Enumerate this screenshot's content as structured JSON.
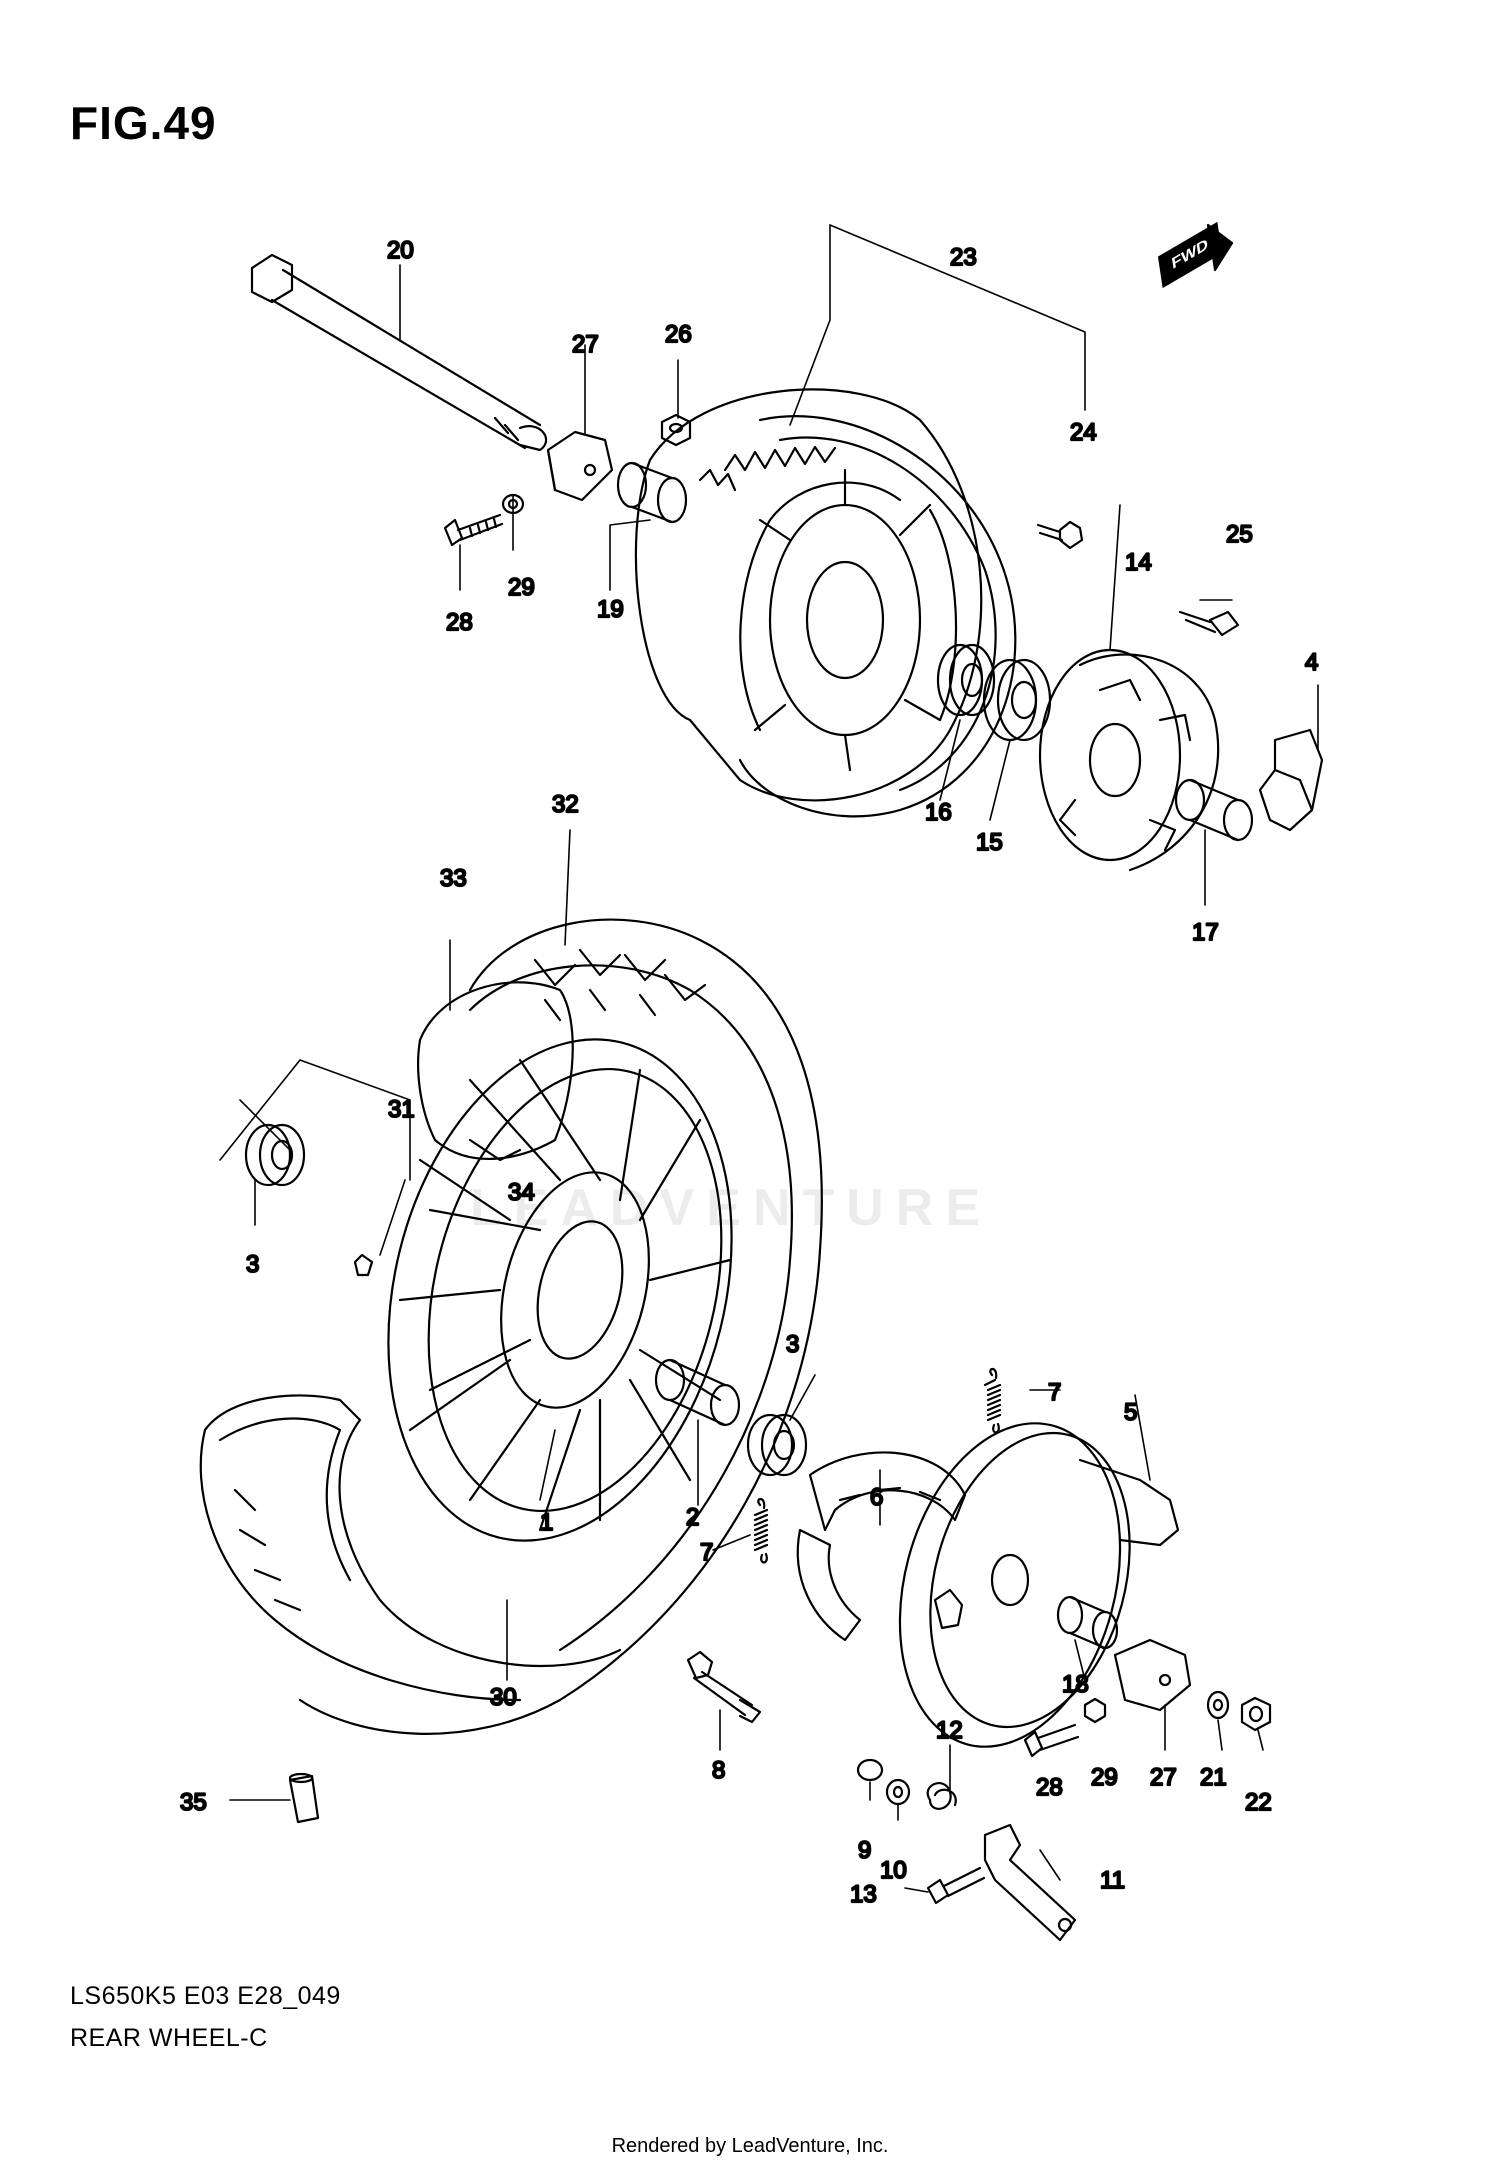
{
  "figure": {
    "title": "FIG.49",
    "direction_badge": "FWD",
    "code": "LS650K5 E03 E28_049",
    "name": "REAR WHEEL-C",
    "credit": "Rendered by LeadVenture, Inc.",
    "watermark": "LEADVENTURE"
  },
  "callouts": [
    {
      "id": "c20",
      "label": "20"
    },
    {
      "id": "c23",
      "label": "23"
    },
    {
      "id": "c27a",
      "label": "27"
    },
    {
      "id": "c26",
      "label": "26"
    },
    {
      "id": "c24",
      "label": "24"
    },
    {
      "id": "c28a",
      "label": "28"
    },
    {
      "id": "c29a",
      "label": "29"
    },
    {
      "id": "c19",
      "label": "19"
    },
    {
      "id": "c14",
      "label": "14"
    },
    {
      "id": "c25",
      "label": "25"
    },
    {
      "id": "c4",
      "label": "4"
    },
    {
      "id": "c16",
      "label": "16"
    },
    {
      "id": "c15",
      "label": "15"
    },
    {
      "id": "c17",
      "label": "17"
    },
    {
      "id": "c32",
      "label": "32"
    },
    {
      "id": "c33",
      "label": "33"
    },
    {
      "id": "c31",
      "label": "31"
    },
    {
      "id": "c34",
      "label": "34"
    },
    {
      "id": "c3a",
      "label": "3"
    },
    {
      "id": "c3b",
      "label": "3"
    },
    {
      "id": "c7a",
      "label": "7"
    },
    {
      "id": "c5",
      "label": "5"
    },
    {
      "id": "c6",
      "label": "6"
    },
    {
      "id": "c2",
      "label": "2"
    },
    {
      "id": "c1",
      "label": "1"
    },
    {
      "id": "c7b",
      "label": "7"
    },
    {
      "id": "c30",
      "label": "30"
    },
    {
      "id": "c18",
      "label": "18"
    },
    {
      "id": "c28b",
      "label": "28"
    },
    {
      "id": "c29b",
      "label": "29"
    },
    {
      "id": "c27b",
      "label": "27"
    },
    {
      "id": "c21",
      "label": "21"
    },
    {
      "id": "c22",
      "label": "22"
    },
    {
      "id": "c8",
      "label": "8"
    },
    {
      "id": "c12",
      "label": "12"
    },
    {
      "id": "c35",
      "label": "35"
    },
    {
      "id": "c9",
      "label": "9"
    },
    {
      "id": "c10",
      "label": "10"
    },
    {
      "id": "c11",
      "label": "11"
    },
    {
      "id": "c13",
      "label": "13"
    }
  ]
}
